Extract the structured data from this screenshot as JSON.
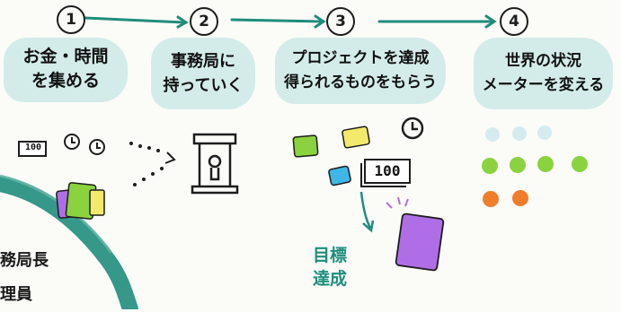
{
  "steps": [
    {
      "number": "1",
      "text": "お金・時間\nを集める"
    },
    {
      "number": "2",
      "text": "事務局に\n持っていく"
    },
    {
      "number": "3",
      "text": "プロジェクトを達成\n得られるものをもらう"
    },
    {
      "number": "4",
      "text": "世界の状況\nメーターを変える"
    }
  ],
  "coin_label": "100",
  "bill_label": "100",
  "goal_label": "目標\n達成",
  "side_label": "務局長\n理員",
  "colors": {
    "teal": "#1f8d7c",
    "bubble": "#d3ecea",
    "green": "#8bd23f",
    "yellow": "#f3e96a",
    "purple": "#b06ee6",
    "blue": "#3fb7e6",
    "orange": "#ee7e2c",
    "pale_blue": "#d4ecef"
  },
  "icons": [
    "clock-icon",
    "coin-icon",
    "ballot-box-icon",
    "bill-icon",
    "card-icon"
  ]
}
